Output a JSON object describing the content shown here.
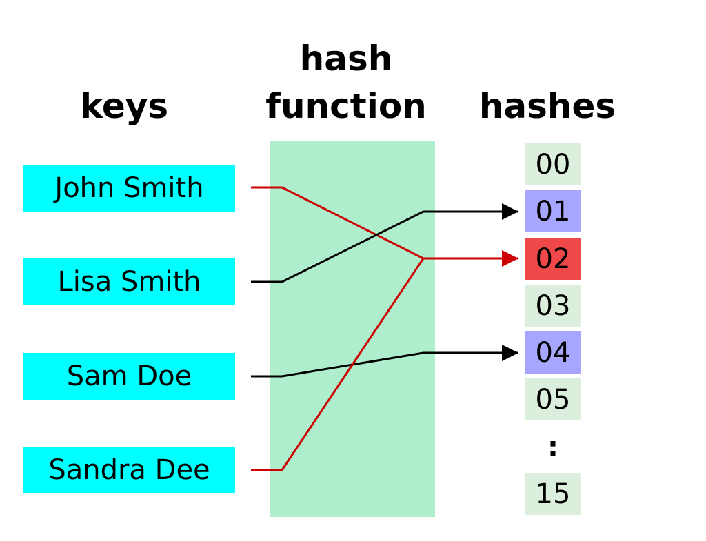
{
  "headings": {
    "keys": "keys",
    "hash_function_line1": "hash",
    "hash_function_line2": "function",
    "hashes": "hashes"
  },
  "keys": [
    {
      "label": "John Smith",
      "hash_index": 2,
      "color": "#cc0000"
    },
    {
      "label": "Lisa Smith",
      "hash_index": 1,
      "color": "#000000"
    },
    {
      "label": "Sam Doe",
      "hash_index": 4,
      "color": "#000000"
    },
    {
      "label": "Sandra Dee",
      "hash_index": 2,
      "color": "#cc0000"
    }
  ],
  "hashes": [
    {
      "label": "00",
      "state": "empty"
    },
    {
      "label": "01",
      "state": "single"
    },
    {
      "label": "02",
      "state": "collision"
    },
    {
      "label": "03",
      "state": "empty"
    },
    {
      "label": "04",
      "state": "single"
    },
    {
      "label": "05",
      "state": "empty"
    }
  ],
  "ellipsis": ":",
  "last_hash": {
    "label": "15",
    "state": "empty"
  },
  "colors": {
    "key_box": "#00ffff",
    "hash_function": "#aeeecc",
    "hash_empty": "#dcefdc",
    "hash_single": "#a6a6ff",
    "hash_collision": "#f04848",
    "collision_line": "#cc0000",
    "normal_line": "#000000"
  }
}
